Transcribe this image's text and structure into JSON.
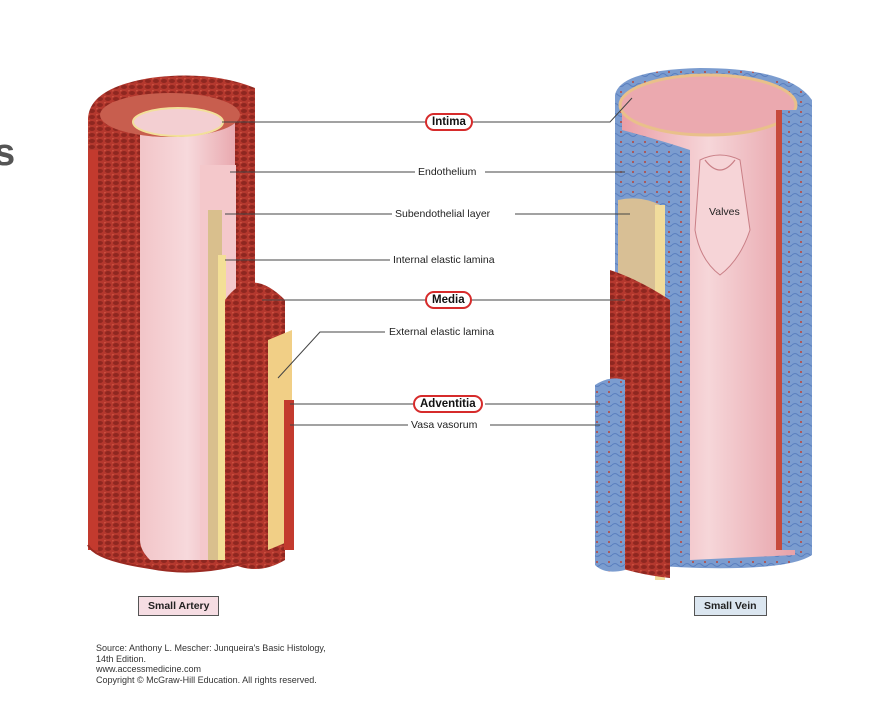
{
  "labels": {
    "intima": "Intima",
    "endothelium": "Endothelium",
    "subendothelial": "Subendothelial layer",
    "internal_elastic": "Internal elastic lamina",
    "media": "Media",
    "external_elastic": "External elastic lamina",
    "adventitia": "Adventitia",
    "vasa_vasorum": "Vasa vasorum",
    "valves": "Valves"
  },
  "captions": {
    "artery": "Small Artery",
    "vein": "Small Vein"
  },
  "source": {
    "line1": "Source: Anthony L. Mescher: Junqueira's Basic Histology,",
    "line2": "14th Edition.",
    "line3": "www.accessmedicine.com",
    "line4": "Copyright © McGraw-Hill Education. All rights reserved."
  },
  "edge_glyph": "s",
  "colors": {
    "highlight_border": "#d62b2b",
    "artery_tag_bg": "#f6dde3",
    "vein_tag_bg": "#dbe6f0"
  }
}
